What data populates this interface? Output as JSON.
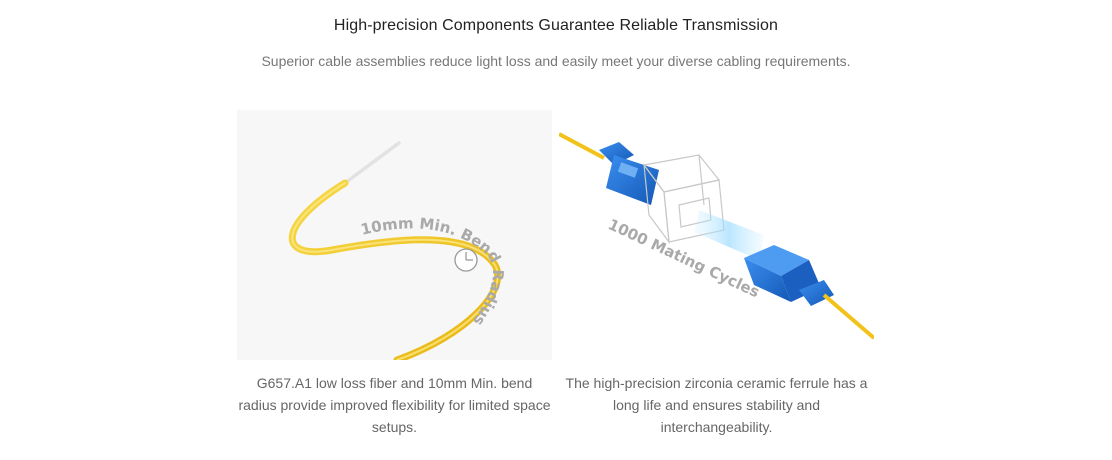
{
  "header": {
    "title": "High-precision Components Guarantee Reliable Transmission",
    "subtitle": "Superior cable assemblies reduce light loss and easily meet your diverse cabling requirements."
  },
  "cards": [
    {
      "image_overlay_text": "10mm Min. Bend Radius",
      "caption": "G657.A1 low loss fiber and 10mm Min. bend radius provide improved flexibility for limited space setups."
    },
    {
      "image_overlay_text": "1000 Mating Cycles",
      "caption": "The high-precision zirconia ceramic ferrule has a long life and ensures stability and interchangeability."
    }
  ],
  "colors": {
    "fiber_yellow": "#f2c21b",
    "connector_blue": "#1f6fd1",
    "title_text": "#222222",
    "body_text": "#666666"
  }
}
